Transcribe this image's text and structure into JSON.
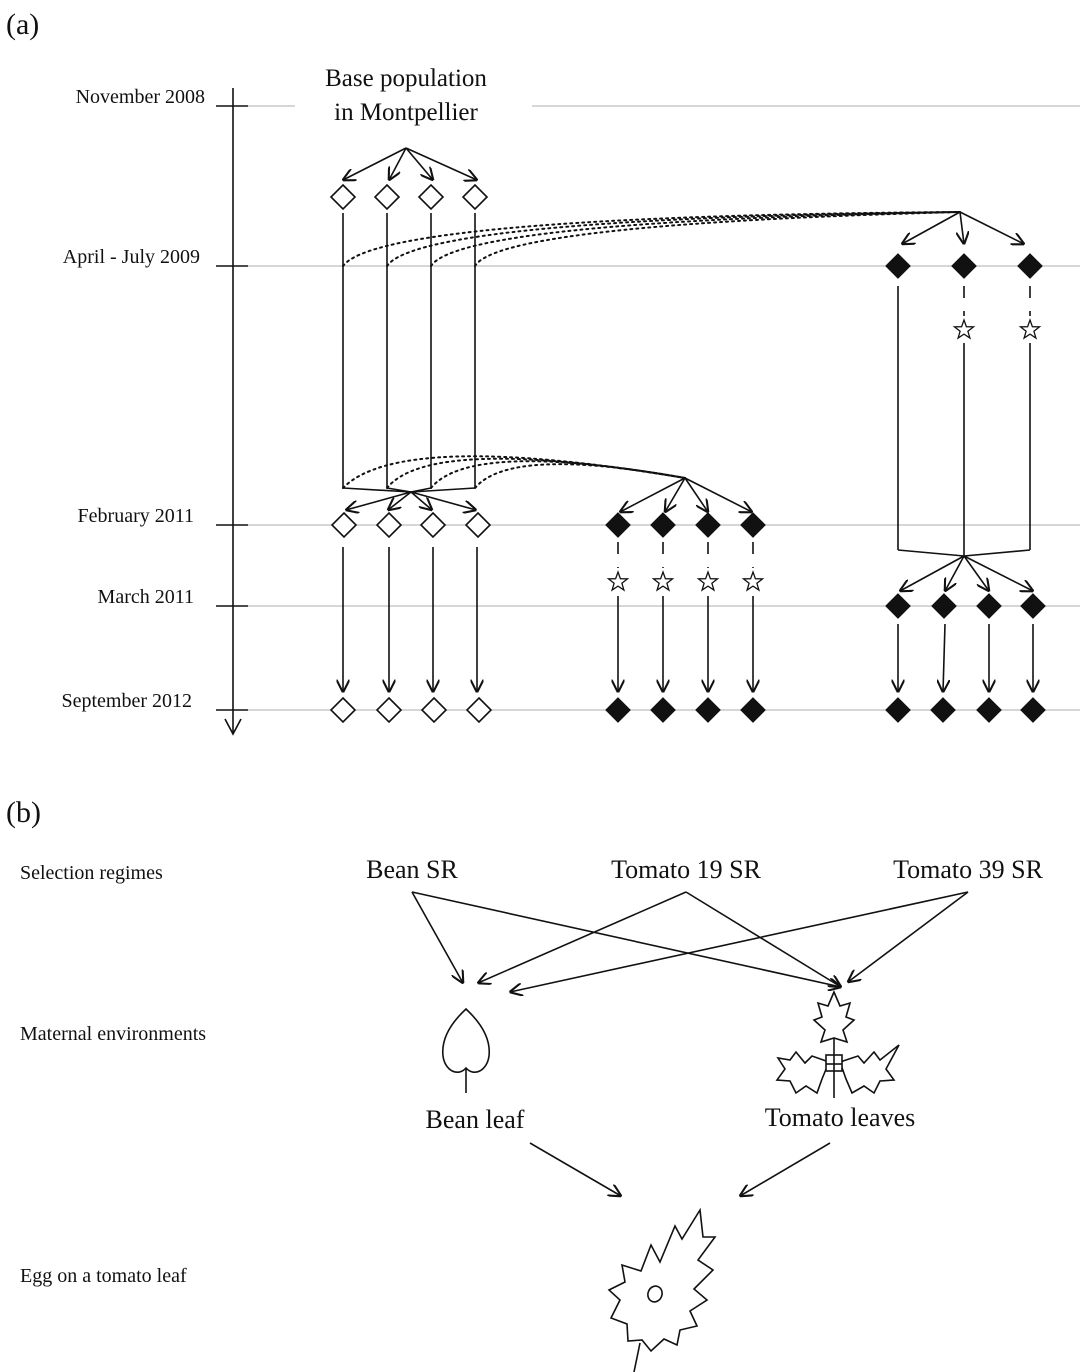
{
  "panel_a": {
    "label": "(a)",
    "timeline": [
      {
        "label": "November 2008"
      },
      {
        "label": "April - July 2009"
      },
      {
        "label": "February 2011"
      },
      {
        "label": "March 2011"
      },
      {
        "label": "September 2012"
      }
    ],
    "base_population": [
      "Base population",
      "in Montpellier"
    ]
  },
  "panel_b": {
    "label": "(b)",
    "rows": {
      "selection_regimes": "Selection regimes",
      "maternal_environments": "Maternal environments",
      "egg": "Egg on a tomato leaf"
    },
    "regimes": {
      "bean": "Bean SR",
      "tomato19": "Tomato 19 SR",
      "tomato39": "Tomato 39 SR"
    },
    "environments": {
      "bean_leaf": "Bean leaf",
      "tomato_leaves": "Tomato leaves"
    }
  }
}
